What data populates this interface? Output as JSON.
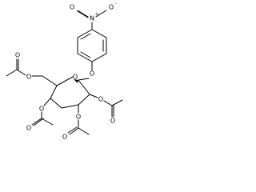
{
  "molecule": {
    "atom_labels": {
      "o_ring": "O",
      "o_anomeric": "O",
      "o_c6": "O",
      "o_c2": "O",
      "o_c3": "O",
      "o_c4": "O",
      "o_carbonyl_c6": "O",
      "o_carbonyl_c2": "O",
      "o_carbonyl_c3": "O",
      "o_carbonyl_c4": "O",
      "nitro_n": "N",
      "nitro_n_charge": "+",
      "nitro_o_double": "O",
      "nitro_o_single": "O",
      "nitro_o_charge": "-"
    }
  }
}
